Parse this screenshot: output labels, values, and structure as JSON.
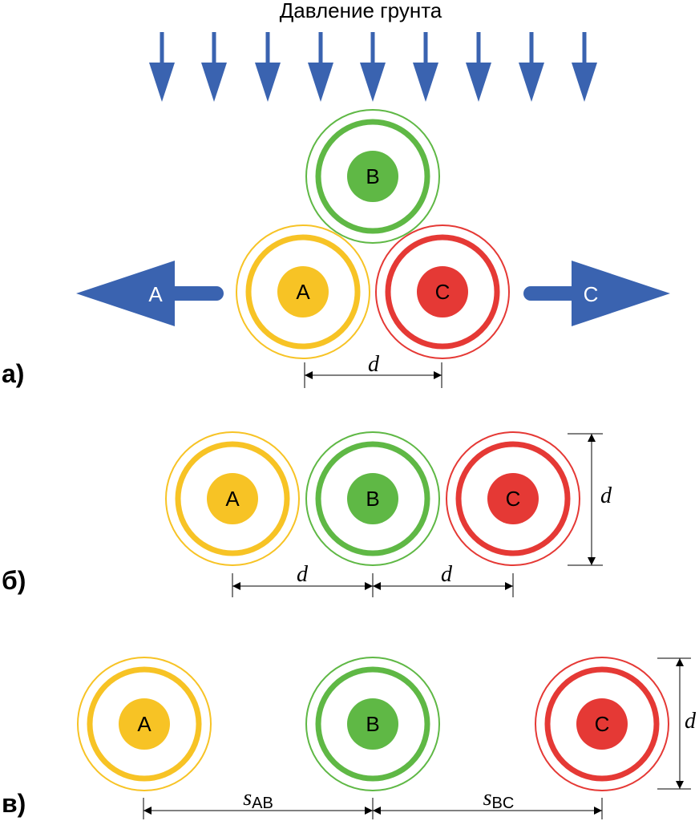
{
  "title": "Давление грунта",
  "colors": {
    "arrow": "#3a63b0",
    "phaseA": "#f7c325",
    "phaseB": "#5fb845",
    "phaseC": "#e53935",
    "dim": "#000000"
  },
  "panels": {
    "a": {
      "label": "а)",
      "cable_a": "A",
      "cable_b": "B",
      "cable_c": "C",
      "force_left": "A",
      "force_right": "C",
      "dim": "d"
    },
    "b": {
      "label": "б)",
      "cable_a": "A",
      "cable_b": "B",
      "cable_c": "C",
      "dim_1": "d",
      "dim_2": "d",
      "dim_v": "d"
    },
    "c": {
      "label": "в)",
      "cable_a": "A",
      "cable_b": "B",
      "cable_c": "C",
      "dim_ab_main": "s",
      "dim_ab_sub": "AB",
      "dim_bc_main": "s",
      "dim_bc_sub": "BC",
      "dim_v": "d"
    }
  }
}
